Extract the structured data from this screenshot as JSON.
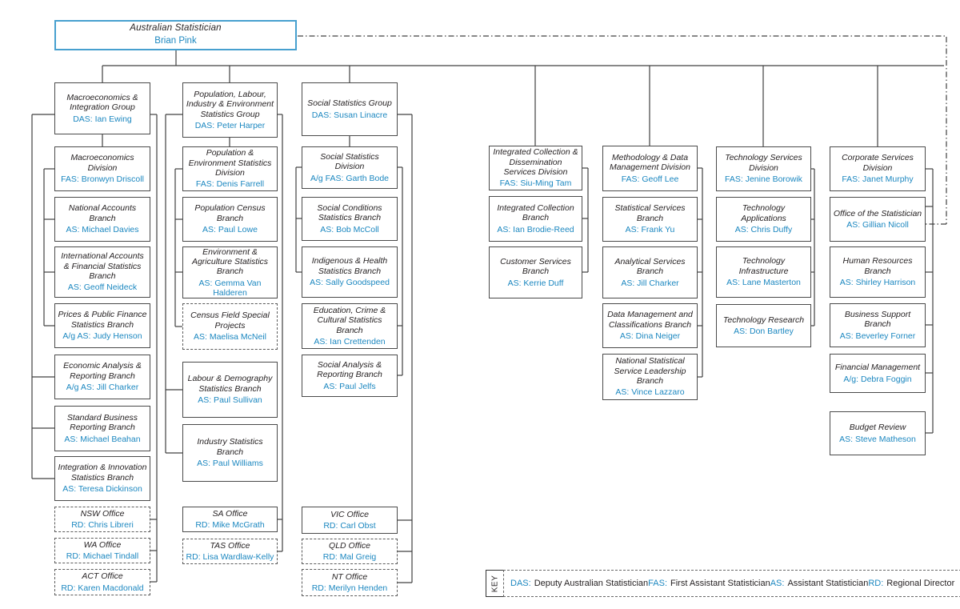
{
  "root": {
    "title": "Australian Statistician",
    "name": "Brian Pink"
  },
  "nodes": [
    {
      "id": "g1",
      "title": "Macroeconomics & Integration Group",
      "name": "DAS: Ian Ewing"
    },
    {
      "id": "c1a",
      "title": "Macroeconomics Division",
      "name": "FAS: Bronwyn Driscoll"
    },
    {
      "id": "c1b",
      "title": "National Accounts Branch",
      "name": "AS: Michael Davies"
    },
    {
      "id": "c1c",
      "title": "International Accounts & Financial Statistics Branch",
      "name": "AS: Geoff Neideck"
    },
    {
      "id": "c1d",
      "title": "Prices & Public Finance Statistics Branch",
      "name": "A/g AS: Judy Henson"
    },
    {
      "id": "c1e",
      "title": "Economic Analysis & Reporting Branch",
      "name": "A/g AS: Jill Charker"
    },
    {
      "id": "c1f",
      "title": "Standard Business Reporting Branch",
      "name": "AS: Michael Beahan"
    },
    {
      "id": "c1g",
      "title": "Integration & Innovation Statistics Branch",
      "name": "AS: Teresa Dickinson"
    },
    {
      "id": "c1h",
      "title": "NSW Office",
      "name": "RD: Chris Libreri"
    },
    {
      "id": "c1i",
      "title": "WA Office",
      "name": "RD: Michael Tindall"
    },
    {
      "id": "c1j",
      "title": "ACT Office",
      "name": "RD: Karen Macdonald"
    },
    {
      "id": "g2",
      "title": "Population, Labour, Industry & Environment Statistics Group",
      "name": "DAS: Peter Harper"
    },
    {
      "id": "c2a",
      "title": "Population & Environment Statistics Division",
      "name": "FAS: Denis Farrell"
    },
    {
      "id": "c2b",
      "title": "Population Census Branch",
      "name": "AS: Paul Lowe"
    },
    {
      "id": "c2c",
      "title": "Environment & Agriculture Statistics Branch",
      "name": "AS: Gemma Van Halderen"
    },
    {
      "id": "c2d",
      "title": "Census Field Special Projects",
      "name": "AS: Maelisa McNeil"
    },
    {
      "id": "c2e",
      "title": "Labour & Demography Statistics Branch",
      "name": "AS: Paul Sullivan"
    },
    {
      "id": "c2f",
      "title": "Industry Statistics Branch",
      "name": "AS: Paul Williams"
    },
    {
      "id": "c2g",
      "title": "SA Office",
      "name": "RD: Mike McGrath"
    },
    {
      "id": "c2h",
      "title": "TAS Office",
      "name": "RD: Lisa Wardlaw-Kelly"
    },
    {
      "id": "g3",
      "title": "Social Statistics Group",
      "name": "DAS: Susan Linacre"
    },
    {
      "id": "c3a",
      "title": "Social Statistics Division",
      "name": "A/g FAS: Garth Bode"
    },
    {
      "id": "c3b",
      "title": "Social Conditions Statistics Branch",
      "name": "AS: Bob McColl"
    },
    {
      "id": "c3c",
      "title": "Indigenous & Health Statistics Branch",
      "name": "AS: Sally Goodspeed"
    },
    {
      "id": "c3d",
      "title": "Education, Crime & Cultural Statistics Branch",
      "name": "AS: Ian Crettenden"
    },
    {
      "id": "c3e",
      "title": "Social Analysis & Reporting Branch",
      "name": "AS: Paul Jelfs"
    },
    {
      "id": "c3f",
      "title": "VIC Office",
      "name": "RD: Carl Obst"
    },
    {
      "id": "c3g",
      "title": "QLD Office",
      "name": "RD: Mal Greig"
    },
    {
      "id": "c3h",
      "title": "NT Office",
      "name": "RD: Merilyn Henden"
    },
    {
      "id": "c4a",
      "title": "Integrated Collection & Dissemination Services Division",
      "name": "FAS: Siu-Ming Tam"
    },
    {
      "id": "c4b",
      "title": "Integrated Collection Branch",
      "name": "AS: Ian Brodie-Reed"
    },
    {
      "id": "c4c",
      "title": "Customer Services Branch",
      "name": "AS: Kerrie Duff"
    },
    {
      "id": "c5a",
      "title": "Methodology & Data Management Division",
      "name": "FAS: Geoff Lee"
    },
    {
      "id": "c5b",
      "title": "Statistical Services Branch",
      "name": "AS: Frank Yu"
    },
    {
      "id": "c5c",
      "title": "Analytical Services Branch",
      "name": "AS: Jill Charker"
    },
    {
      "id": "c5d",
      "title": "Data Management and Classifications Branch",
      "name": "AS: Dina Neiger"
    },
    {
      "id": "c5e",
      "title": "National Statistical Service Leadership Branch",
      "name": "AS: Vince Lazzaro"
    },
    {
      "id": "c6a",
      "title": "Technology Services Division",
      "name": "FAS: Jenine Borowik"
    },
    {
      "id": "c6b",
      "title": "Technology Applications",
      "name": "AS: Chris Duffy"
    },
    {
      "id": "c6c",
      "title": "Technology Infrastructure",
      "name": "AS: Lane Masterton"
    },
    {
      "id": "c6d",
      "title": "Technology Research",
      "name": "AS: Don Bartley"
    },
    {
      "id": "c7a",
      "title": "Corporate Services Division",
      "name": "FAS: Janet Murphy"
    },
    {
      "id": "c7b",
      "title": "Office of the Statistician",
      "name": "AS: Gillian Nicoll"
    },
    {
      "id": "c7c",
      "title": "Human Resources Branch",
      "name": "AS: Shirley Harrison"
    },
    {
      "id": "c7d",
      "title": "Business Support Branch",
      "name": "AS: Beverley Forner"
    },
    {
      "id": "c7e",
      "title": "Financial Management",
      "name": "A/g: Debra Foggin"
    },
    {
      "id": "c7f",
      "title": "Budget Review",
      "name": "AS: Steve Matheson"
    }
  ],
  "key": {
    "label": "KEY",
    "entries": [
      {
        "abbr": "DAS:",
        "meaning": "Deputy Australian Statistician"
      },
      {
        "abbr": "FAS:",
        "meaning": "First Assistant Statistician"
      },
      {
        "abbr": "AS:",
        "meaning": "Assistant Statistician"
      },
      {
        "abbr": "RD:",
        "meaning": "Regional Director"
      }
    ]
  },
  "colors": {
    "accent_blue": "#1b87c0",
    "root_border_blue": "#47a0cf",
    "line": "#404040"
  }
}
